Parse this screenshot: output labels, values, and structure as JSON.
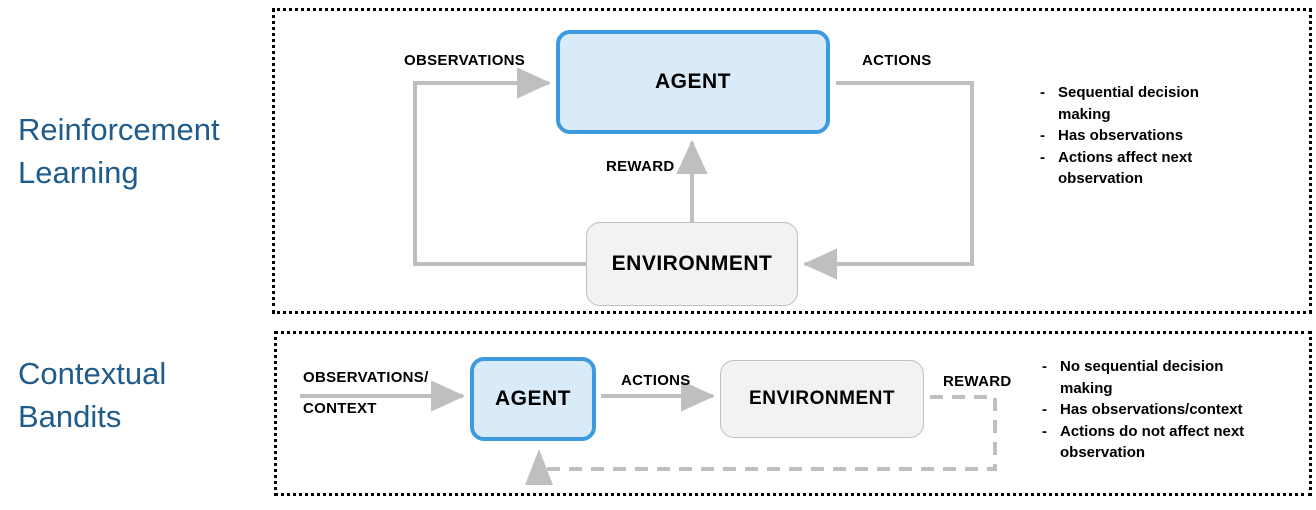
{
  "sections": [
    {
      "id": "reinforcement-learning",
      "title": "Reinforcement\nLearning",
      "nodes": {
        "agent": "AGENT",
        "environment": "ENVIRONMENT"
      },
      "edges": {
        "observations": "OBSERVATIONS",
        "actions": "ACTIONS",
        "reward": "REWARD"
      },
      "bullets": [
        {
          "dash": "-",
          "text": "Sequential decision making"
        },
        {
          "dash": "-",
          "text": "Has observations"
        },
        {
          "dash": "-",
          "text": "Actions affect next observation"
        }
      ]
    },
    {
      "id": "contextual-bandits",
      "title": "Contextual\nBandits",
      "nodes": {
        "agent": "AGENT",
        "environment": "ENVIRONMENT"
      },
      "edges": {
        "observations_line1": "OBSERVATIONS/",
        "observations_line2": "CONTEXT",
        "actions": "ACTIONS",
        "reward": "REWARD"
      },
      "bullets": [
        {
          "dash": "-",
          "text": "No sequential decision making"
        },
        {
          "dash": "-",
          "text": "Has observations/context"
        },
        {
          "dash": "-",
          "text": "Actions do not affect next observation"
        }
      ]
    }
  ],
  "colors": {
    "title_blue": "#1f5c8b",
    "agent_fill": "#d9eaf8",
    "agent_border": "#3d9ade",
    "environment_fill": "#f2f2f2",
    "environment_border": "#bfbfbf",
    "connector_gray": "#bfbfbf",
    "panel_border": "#000000",
    "text": "#000000"
  }
}
